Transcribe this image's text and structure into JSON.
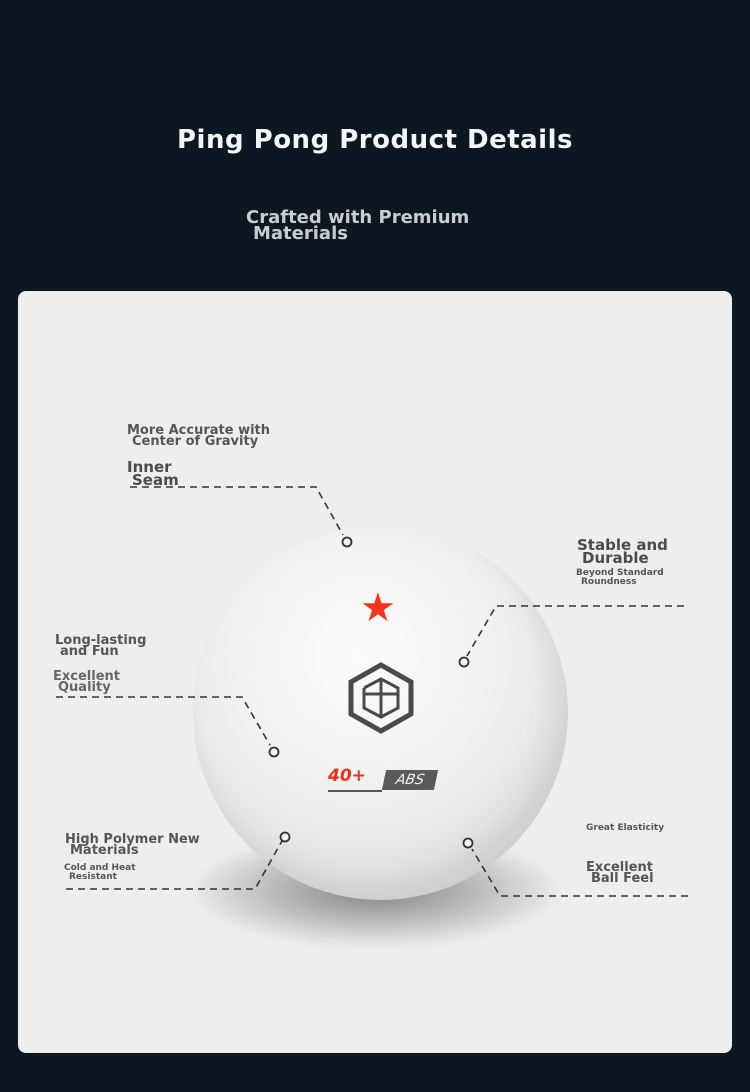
{
  "header": {
    "title": "Ping Pong Product Details",
    "subtitle_line1": "Crafted with Premium",
    "subtitle_line2": "Materials"
  },
  "ball": {
    "rating": "40+",
    "material": "ABS",
    "star_color": "#f0371d"
  },
  "annotations": {
    "center_gravity": {
      "line1": "More Accurate with",
      "line2": "Center of Gravity",
      "title1": "Inner",
      "title2": "Seam"
    },
    "stable": {
      "title1": "Stable and",
      "title2": "Durable",
      "sub1": "Beyond Standard",
      "sub2": "Roundness"
    },
    "long_lasting": {
      "line1": "Long-lasting",
      "line2": "and Fun",
      "sub1": "Excellent",
      "sub2": "Quality"
    },
    "polymer": {
      "line1": "High Polymer New",
      "line2": "Materials",
      "sub1": "Cold and Heat",
      "sub2": "Resistant"
    },
    "elasticity": {
      "sub": "Great Elasticity",
      "title1": "Excellent",
      "title2": "Ball Feel"
    }
  }
}
